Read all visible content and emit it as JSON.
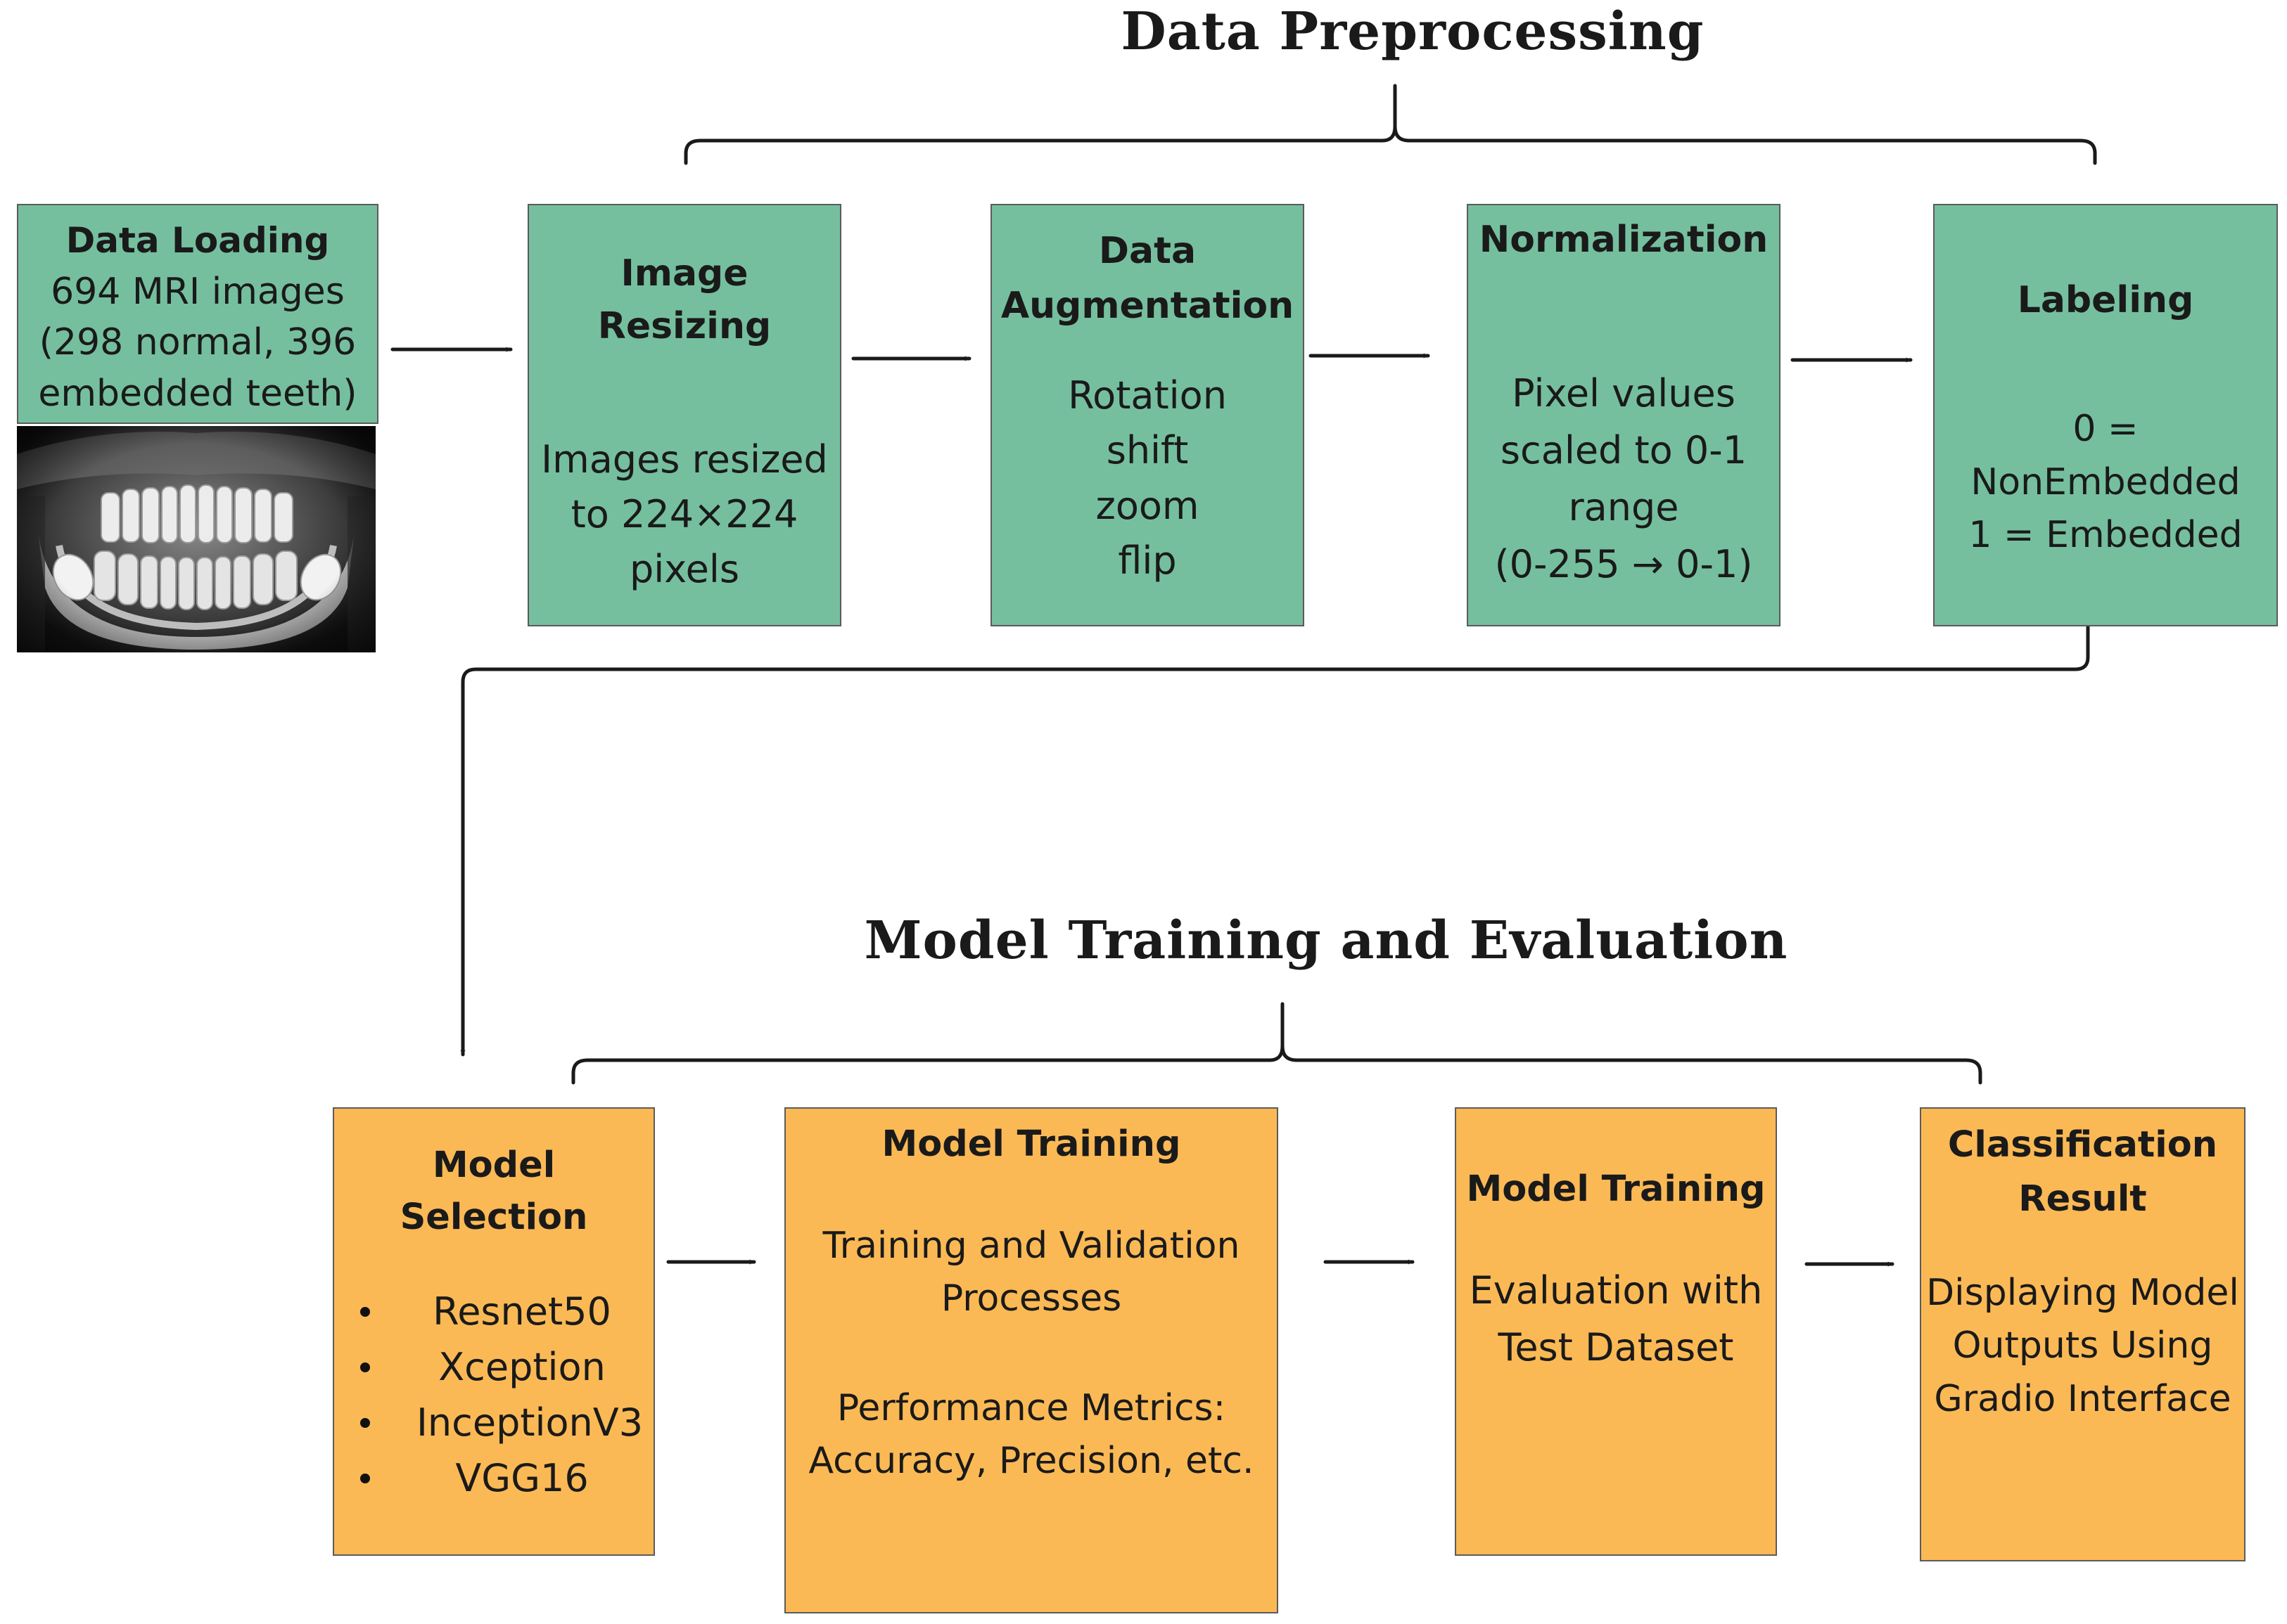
{
  "sections": {
    "preprocessing_title": "Data Preprocessing",
    "training_title": "Model Training and Evaluation"
  },
  "data_loading": {
    "title": "Data Loading",
    "lines": [
      "694 MRI images",
      "(298 normal, 396",
      "embedded teeth)"
    ]
  },
  "image_resizing": {
    "title": "Image Resizing",
    "lines": [
      "Images resized",
      "to 224×224",
      "pixels"
    ]
  },
  "data_augmentation": {
    "title_lines": [
      "Data",
      "Augmentation"
    ],
    "lines": [
      "Rotation",
      "shift",
      "zoom",
      "flip"
    ]
  },
  "normalization": {
    "title": "Normalization",
    "lines": [
      "Pixel values",
      "scaled to 0-1",
      "range",
      "(0-255 → 0-1)"
    ]
  },
  "labeling": {
    "title": "Labeling",
    "lines": [
      "0 = NonEmbedded",
      "1 = Embedded"
    ]
  },
  "model_selection": {
    "title": "Model Selection",
    "items": [
      "Resnet50",
      "Xception",
      "InceptionV3",
      "VGG16"
    ]
  },
  "model_training": {
    "title": "Model Training",
    "lines_a": [
      "Training and Validation",
      "Processes"
    ],
    "lines_b": [
      "Performance Metrics:",
      "Accuracy, Precision, etc."
    ]
  },
  "model_evaluation": {
    "title": "Model Training",
    "lines": [
      "Evaluation with",
      "Test Dataset"
    ]
  },
  "classification_result": {
    "title_lines": [
      "Classification",
      "Result"
    ],
    "lines": [
      "Displaying Model",
      "Outputs Using",
      "Gradio Interface"
    ]
  },
  "colors": {
    "preprocessing_box": "#75bf9f",
    "training_box": "#fbb955",
    "border": "#5b5b5b",
    "connector": "#1a1a1a"
  }
}
